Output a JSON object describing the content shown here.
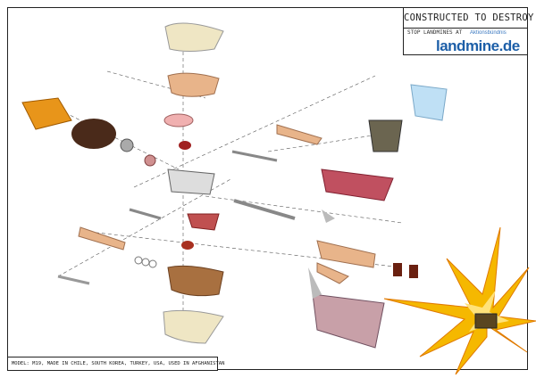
{
  "poster": {
    "title": "CONSTRUCTED TO DESTROY",
    "subtitle": "STOP LANDMINES AT",
    "logo_small": "Aktionsbündnis",
    "logo": "landmine.de",
    "model_caption": "MODEL: M19, MADE IN CHILE, SOUTH KOREA, TURKEY, USA, USED IN AFGHANISTAN"
  },
  "colors": {
    "logo": "#1d5fa8",
    "skin": "#e8b48a",
    "flesh": "#c96a6a",
    "explosion": "#f5b800"
  }
}
